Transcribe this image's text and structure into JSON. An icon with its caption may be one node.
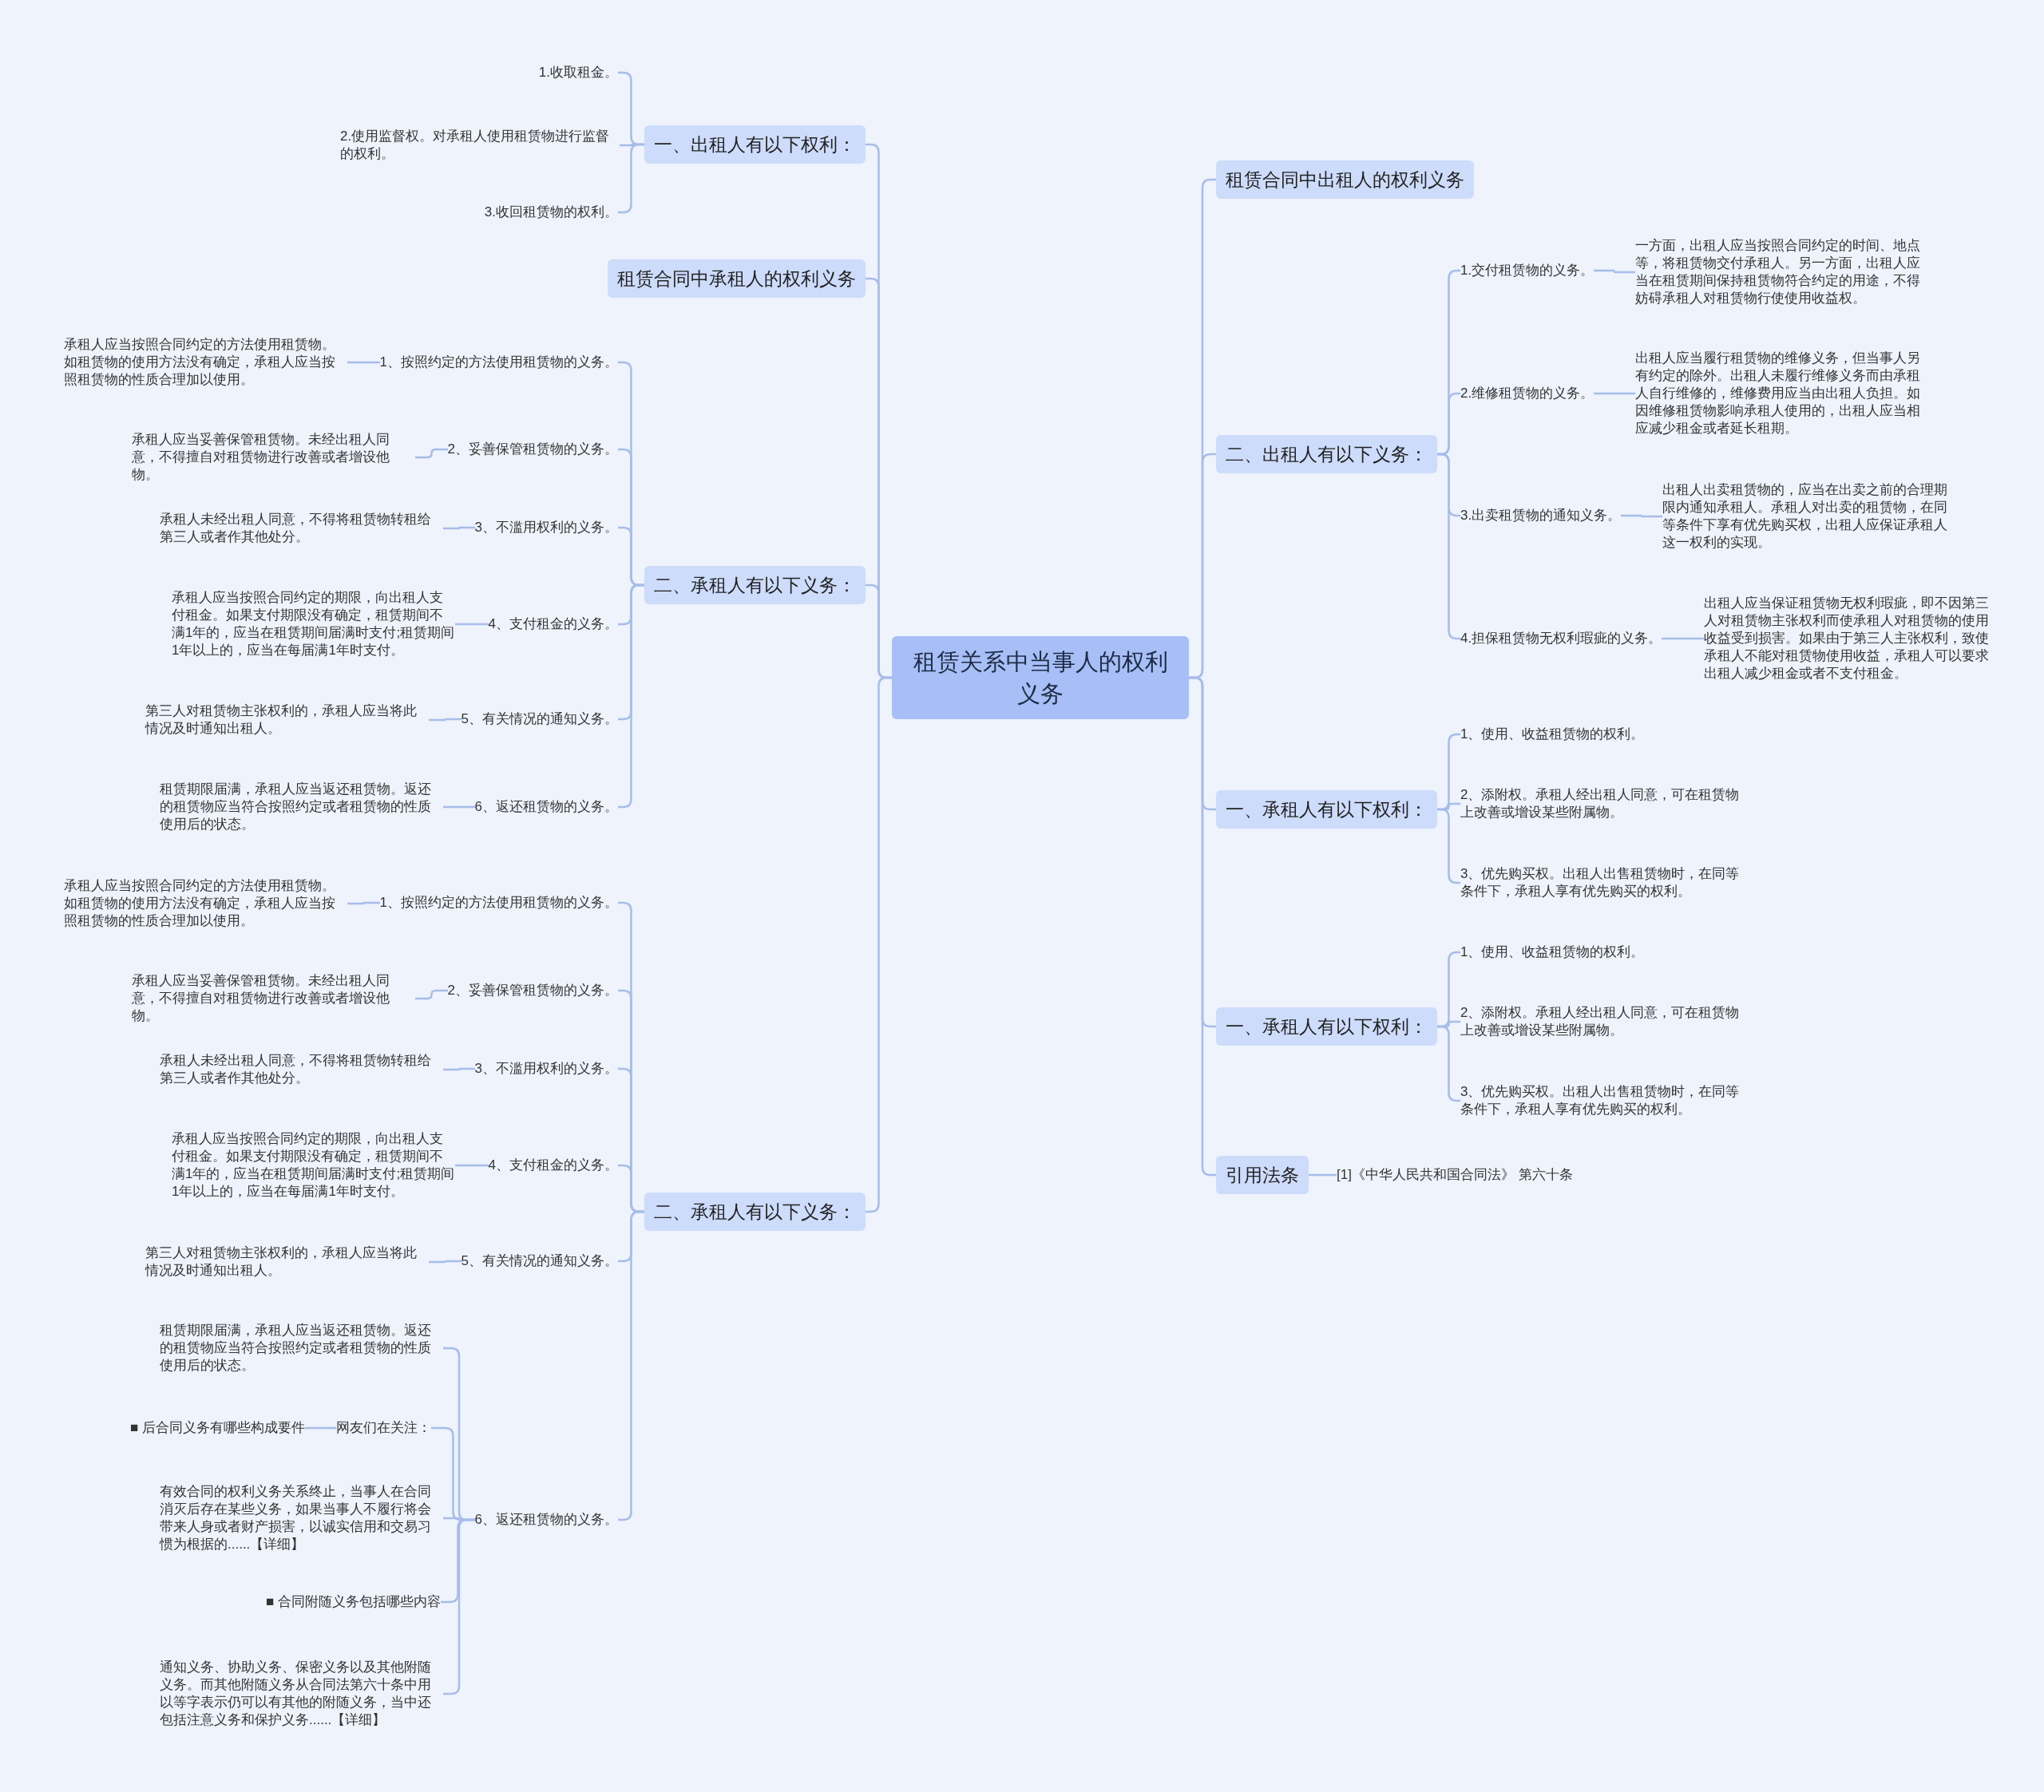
{
  "diagram": {
    "nodes": [
      {
        "text": [
          "租赁关系中当事人的权利义务"
        ]
      },
      {
        "text": [
          "一、出租人有以下权利："
        ]
      },
      {
        "text": [
          "1.收取租金。"
        ]
      },
      {
        "text": [
          "2.使用监督权。对承租人使用租赁物进行监督的权利。"
        ]
      },
      {
        "text": [
          "3.收回租赁物的权利。"
        ]
      },
      {
        "text": [
          "租赁合同中承租人的权利义务"
        ]
      },
      {
        "text": [
          "二、承租人有以下义务："
        ]
      },
      {
        "text": [
          "1、按照约定的方法使用租赁物的义务。"
        ]
      },
      {
        "text": [
          "承租人应当按照合同约定的方法使用租赁物。如租赁物的使用方法没有确定，承租人应当按照租赁物的性质合理加以使用。"
        ]
      },
      {
        "text": [
          "2、妥善保管租赁物的义务。"
        ]
      },
      {
        "text": [
          "承租人应当妥善保管租赁物。未经出租人同意，不得擅自对租赁物进行改善或者增设他物。"
        ]
      },
      {
        "text": [
          "3、不滥用权利的义务。"
        ]
      },
      {
        "text": [
          "承租人未经出租人同意，不得将租赁物转租给第三人或者作其他处分。"
        ]
      },
      {
        "text": [
          "4、支付租金的义务。"
        ]
      },
      {
        "text": [
          "承租人应当按照合同约定的期限，向出租人支付租金。如果支付期限没有确定，租赁期间不满1年的，应当在租赁期间届满时支付;租赁期间1年以上的，应当在每届满1年时支付。"
        ]
      },
      {
        "text": [
          "5、有关情况的通知义务。"
        ]
      },
      {
        "text": [
          "第三人对租赁物主张权利的，承租人应当将此情况及时通知出租人。"
        ]
      },
      {
        "text": [
          "6、返还租赁物的义务。"
        ]
      },
      {
        "text": [
          "租赁期限届满，承租人应当返还租赁物。返还的租赁物应当符合按照约定或者租赁物的性质使用后的状态。"
        ]
      },
      {
        "text": [
          "二、承租人有以下义务："
        ]
      },
      {
        "text": [
          "1、按照约定的方法使用租赁物的义务。"
        ]
      },
      {
        "text": [
          "承租人应当按照合同约定的方法使用租赁物。如租赁物的使用方法没有确定，承租人应当按照租赁物的性质合理加以使用。"
        ]
      },
      {
        "text": [
          "2、妥善保管租赁物的义务。"
        ]
      },
      {
        "text": [
          "承租人应当妥善保管租赁物。未经出租人同意，不得擅自对租赁物进行改善或者增设他物。"
        ]
      },
      {
        "text": [
          "3、不滥用权利的义务。"
        ]
      },
      {
        "text": [
          "承租人未经出租人同意，不得将租赁物转租给第三人或者作其他处分。"
        ]
      },
      {
        "text": [
          "4、支付租金的义务。"
        ]
      },
      {
        "text": [
          "承租人应当按照合同约定的期限，向出租人支付租金。如果支付期限没有确定，租赁期间不满1年的，应当在租赁期间届满时支付;租赁期间1年以上的，应当在每届满1年时支付。"
        ]
      },
      {
        "text": [
          "5、有关情况的通知义务。"
        ]
      },
      {
        "text": [
          "第三人对租赁物主张权利的，承租人应当将此情况及时通知出租人。"
        ]
      },
      {
        "text": [
          "6、返还租赁物的义务。"
        ]
      },
      {
        "text": [
          "租赁期限届满，承租人应当返还租赁物。返还的租赁物应当符合按照约定或者租赁物的性质使用后的状态。"
        ]
      },
      {
        "text": [
          "网友们在关注："
        ]
      },
      {
        "text": [
          "■ 后合同义务有哪些构成要件"
        ]
      },
      {
        "text": [
          "有效合同的权利义务关系终止，当事人在合同消灭后存在某些义务，如果当事人不履行将会带来人身或者财产损害，以诚实信用和交易习惯为根据的......【详细】"
        ]
      },
      {
        "text": [
          "■ 合同附随义务包括哪些内容"
        ]
      },
      {
        "text": [
          "通知义务、协助义务、保密义务以及其他附随义务。而其他附随义务从合同法第六十条中用以等字表示仍可以有其他的附随义务，当中还包括注意义务和保护义务......【详细】"
        ]
      },
      {
        "text": [
          "租赁合同中出租人的权利义务"
        ]
      },
      {
        "text": [
          "二、出租人有以下义务："
        ]
      },
      {
        "text": [
          "1.交付租赁物的义务。"
        ]
      },
      {
        "text": [
          "一方面，出租人应当按照合同约定的时间、地点等，将租赁物交付承租人。另一方面，出租人应当在租赁期间保持租赁物符合约定的用途，不得妨碍承租人对租赁物行使使用收益权。"
        ]
      },
      {
        "text": [
          "2.维修租赁物的义务。"
        ]
      },
      {
        "text": [
          "出租人应当履行租赁物的维修义务，但当事人另有约定的除外。出租人未履行维修义务而由承租人自行维修的，维修费用应当由出租人负担。如因维修租赁物影响承租人使用的，出租人应当相应减少租金或者延长租期。"
        ]
      },
      {
        "text": [
          "3.出卖租赁物的通知义务。"
        ]
      },
      {
        "text": [
          "出租人出卖租赁物的，应当在出卖之前的合理期限内通知承租人。承租人对出卖的租赁物，在同等条件下享有优先购买权，出租人应保证承租人这一权利的实现。"
        ]
      },
      {
        "text": [
          "4.担保租赁物无权利瑕疵的义务。"
        ]
      },
      {
        "text": [
          "出租人应当保证租赁物无权利瑕疵，即不因第三人对租赁物主张权利而使承租人对租赁物的使用收益受到损害。如果由于第三人主张权利，致使承租人不能对租赁物使用收益，承租人可以要求出租人减少租金或者不支付租金。"
        ]
      },
      {
        "text": [
          "一、承租人有以下权利："
        ]
      },
      {
        "text": [
          "1、使用、收益租赁物的权利。"
        ]
      },
      {
        "text": [
          "2、添附权。承租人经出租人同意，可在租赁物上改善或增设某些附属物。"
        ]
      },
      {
        "text": [
          "3、优先购买权。出租人出售租赁物时，在同等条件下，承租人享有优先购买的权利。"
        ]
      },
      {
        "text": [
          "一、承租人有以下权利："
        ]
      },
      {
        "text": [
          "1、使用、收益租赁物的权利。"
        ]
      },
      {
        "text": [
          "2、添附权。承租人经出租人同意，可在租赁物上改善或增设某些附属物。"
        ]
      },
      {
        "text": [
          "3、优先购买权。出租人出售租赁物时，在同等条件下，承租人享有优先购买的权利。"
        ]
      },
      {
        "text": [
          "引用法条"
        ]
      },
      {
        "text": [
          "[1]《中华人民共和国合同法》 第六十条"
        ]
      }
    ],
    "edges": [
      {
        "from": 0,
        "to": 1,
        "arrow": "none"
      },
      {
        "from": 0,
        "to": 5,
        "arrow": "none"
      },
      {
        "from": 0,
        "to": 6,
        "arrow": "none"
      },
      {
        "from": 0,
        "to": 19,
        "arrow": "none"
      },
      {
        "from": 0,
        "to": 37,
        "arrow": "none"
      },
      {
        "from": 0,
        "to": 38,
        "arrow": "none"
      },
      {
        "from": 0,
        "to": 47,
        "arrow": "none"
      },
      {
        "from": 0,
        "to": 51,
        "arrow": "none"
      },
      {
        "from": 0,
        "to": 55,
        "arrow": "none"
      },
      {
        "from": 1,
        "to": 2,
        "arrow": "none"
      },
      {
        "from": 1,
        "to": 3,
        "arrow": "none"
      },
      {
        "from": 1,
        "to": 4,
        "arrow": "none"
      },
      {
        "from": 6,
        "to": 7,
        "arrow": "none"
      },
      {
        "from": 6,
        "to": 9,
        "arrow": "none"
      },
      {
        "from": 6,
        "to": 11,
        "arrow": "none"
      },
      {
        "from": 6,
        "to": 13,
        "arrow": "none"
      },
      {
        "from": 6,
        "to": 15,
        "arrow": "none"
      },
      {
        "from": 6,
        "to": 17,
        "arrow": "none"
      },
      {
        "from": 7,
        "to": 8,
        "arrow": "none"
      },
      {
        "from": 9,
        "to": 10,
        "arrow": "none"
      },
      {
        "from": 11,
        "to": 12,
        "arrow": "none"
      },
      {
        "from": 13,
        "to": 14,
        "arrow": "none"
      },
      {
        "from": 15,
        "to": 16,
        "arrow": "none"
      },
      {
        "from": 17,
        "to": 18,
        "arrow": "none"
      },
      {
        "from": 19,
        "to": 20,
        "arrow": "none"
      },
      {
        "from": 19,
        "to": 22,
        "arrow": "none"
      },
      {
        "from": 19,
        "to": 24,
        "arrow": "none"
      },
      {
        "from": 19,
        "to": 26,
        "arrow": "none"
      },
      {
        "from": 19,
        "to": 28,
        "arrow": "none"
      },
      {
        "from": 19,
        "to": 30,
        "arrow": "none"
      },
      {
        "from": 20,
        "to": 21,
        "arrow": "none"
      },
      {
        "from": 22,
        "to": 23,
        "arrow": "none"
      },
      {
        "from": 24,
        "to": 25,
        "arrow": "none"
      },
      {
        "from": 26,
        "to": 27,
        "arrow": "none"
      },
      {
        "from": 28,
        "to": 29,
        "arrow": "none"
      },
      {
        "from": 30,
        "to": 31,
        "arrow": "none"
      },
      {
        "from": 30,
        "to": 32,
        "arrow": "none"
      },
      {
        "from": 30,
        "to": 34,
        "arrow": "none"
      },
      {
        "from": 30,
        "to": 35,
        "arrow": "none"
      },
      {
        "from": 30,
        "to": 36,
        "arrow": "none"
      },
      {
        "from": 32,
        "to": 33,
        "arrow": "none"
      },
      {
        "from": 38,
        "to": 39,
        "arrow": "none"
      },
      {
        "from": 38,
        "to": 41,
        "arrow": "none"
      },
      {
        "from": 38,
        "to": 43,
        "arrow": "none"
      },
      {
        "from": 38,
        "to": 45,
        "arrow": "none"
      },
      {
        "from": 39,
        "to": 40,
        "arrow": "none"
      },
      {
        "from": 41,
        "to": 42,
        "arrow": "none"
      },
      {
        "from": 43,
        "to": 44,
        "arrow": "none"
      },
      {
        "from": 45,
        "to": 46,
        "arrow": "none"
      },
      {
        "from": 47,
        "to": 48,
        "arrow": "none"
      },
      {
        "from": 47,
        "to": 49,
        "arrow": "none"
      },
      {
        "from": 47,
        "to": 50,
        "arrow": "none"
      },
      {
        "from": 51,
        "to": 52,
        "arrow": "none"
      },
      {
        "from": 51,
        "to": 53,
        "arrow": "none"
      },
      {
        "from": 51,
        "to": 54,
        "arrow": "none"
      },
      {
        "from": 55,
        "to": 56,
        "arrow": "none"
      }
    ]
  }
}
